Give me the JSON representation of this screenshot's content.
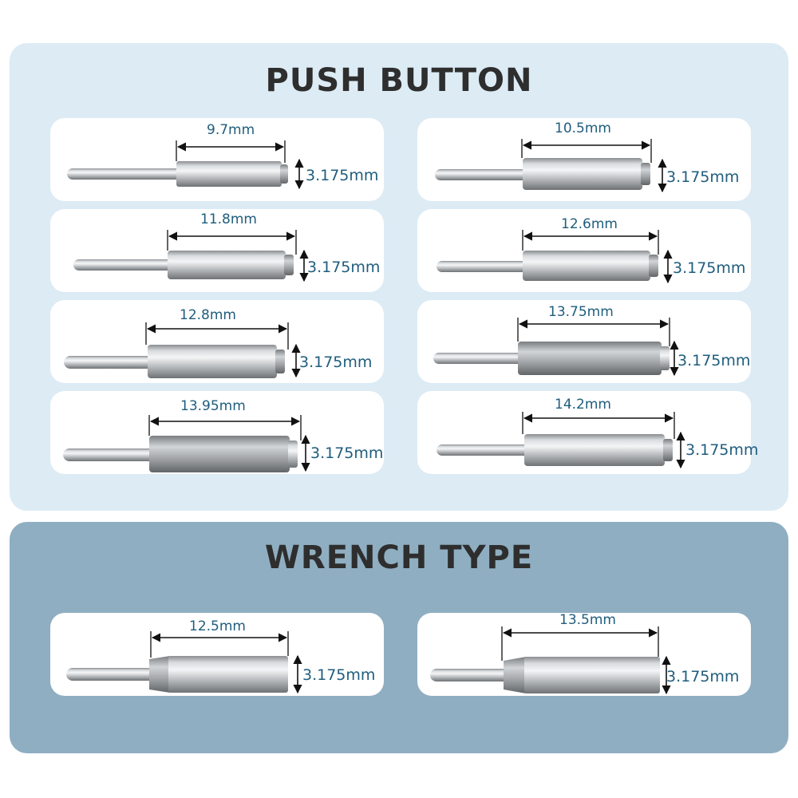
{
  "sections": {
    "push": {
      "title": "PUSH BUTTON"
    },
    "wrench": {
      "title": "WRENCH TYPE"
    }
  },
  "colors": {
    "label": "#1f5d7d",
    "push_bg": "#dcebf4",
    "wrench_bg": "#8faec2",
    "title": "#2e2e2e"
  },
  "items": {
    "p1": {
      "length": "9.7mm",
      "diameter": "3.175mm"
    },
    "p2": {
      "length": "10.5mm",
      "diameter": "3.175mm"
    },
    "p3": {
      "length": "11.8mm",
      "diameter": "3.175mm"
    },
    "p4": {
      "length": "12.6mm",
      "diameter": "3.175mm"
    },
    "p5": {
      "length": "12.8mm",
      "diameter": "3.175mm"
    },
    "p6": {
      "length": "13.75mm",
      "diameter": "3.175mm"
    },
    "p7": {
      "length": "13.95mm",
      "diameter": "3.175mm"
    },
    "p8": {
      "length": "14.2mm",
      "diameter": "3.175mm"
    },
    "w1": {
      "length": "12.5mm",
      "diameter": "3.175mm"
    },
    "w2": {
      "length": "13.5mm",
      "diameter": "3.175mm"
    }
  }
}
